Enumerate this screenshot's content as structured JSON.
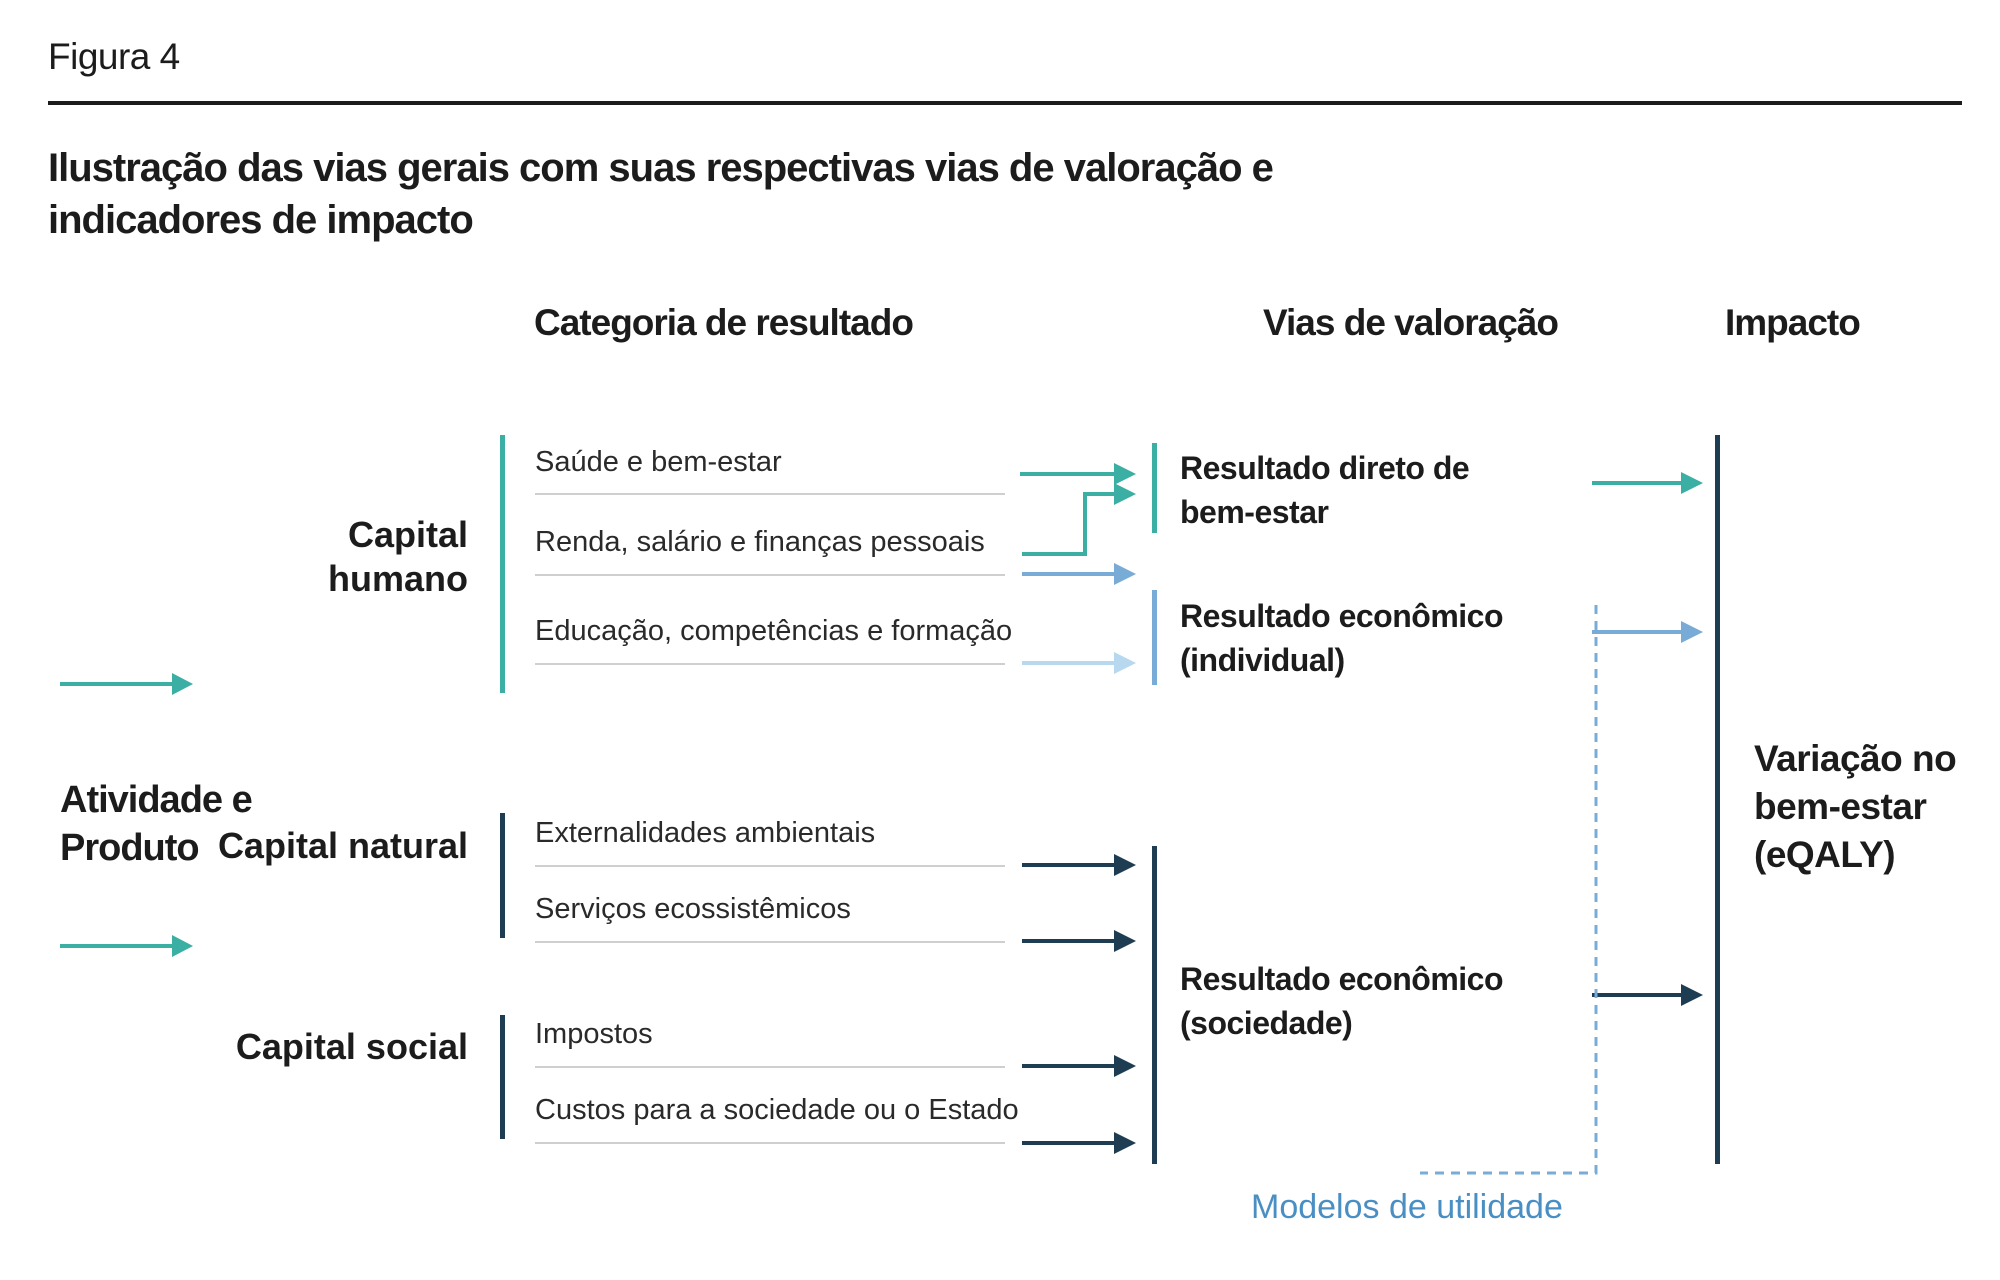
{
  "figure_label": "Figura 4",
  "title": "Ilustração das vias gerais com suas respectivas vias de valoração e indicadores de impacto",
  "column_headers": {
    "outcome_category": "Categoria de resultado",
    "valuation_paths": "Vias de valoração",
    "impact": "Impacto"
  },
  "activity": "Atividade e Produto",
  "capitals": {
    "human": "Capital humano",
    "natural": "Capital natural",
    "social": "Capital social"
  },
  "items": {
    "health": "Saúde e bem-estar",
    "income": "Renda, salário e finanças pessoais",
    "education": "Educação, competências e formação",
    "environment": "Externalidades ambientais",
    "ecosystem": "Serviços ecossistêmicos",
    "taxes": "Impostos",
    "costs": "Custos para a sociedade ou o Estado"
  },
  "results": {
    "wellbeing": "Resultado direto de bem-estar",
    "economic_individual": "Resultado econômico (individual)",
    "economic_society": "Resultado econômico (sociedade)"
  },
  "impact_result": "Variação no bem-estar (eQALY)",
  "utility_models": "Modelos de utilidade",
  "colors": {
    "teal": "#3bafa3",
    "blue": "#78acd6",
    "light_blue": "#b7d8ee",
    "navy": "#1e3d52",
    "text": "#1c1c1c",
    "utility": "#4a8fc4"
  }
}
